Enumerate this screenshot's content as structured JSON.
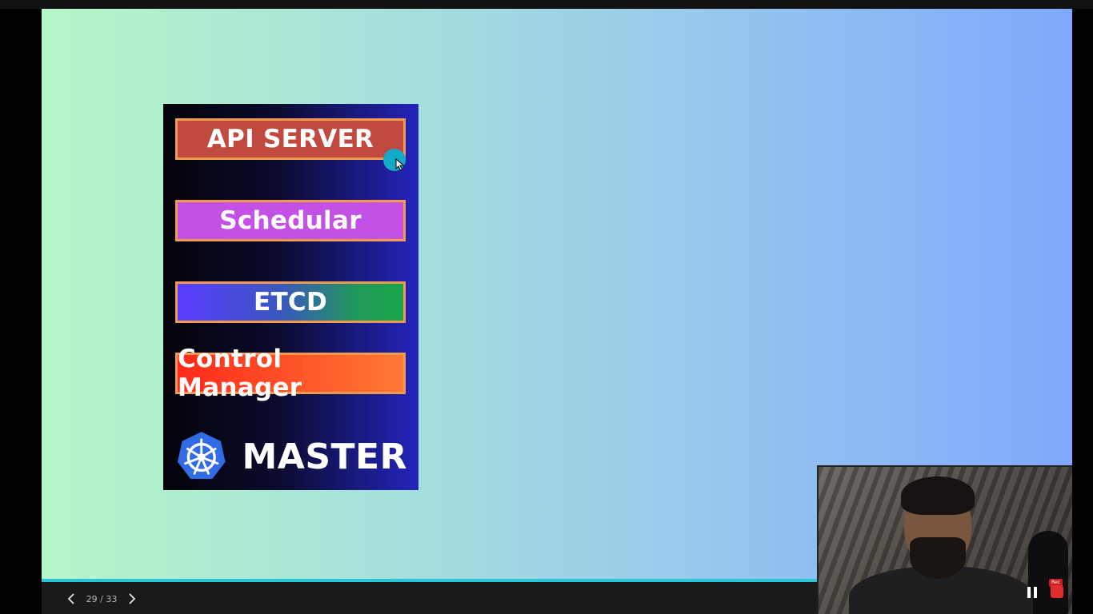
{
  "slide": {
    "components": [
      {
        "label": "API SERVER",
        "color": "#c04a3f"
      },
      {
        "label": "Schedular",
        "color": "#c351e6"
      },
      {
        "label": "ETCD",
        "color": "#5a3cff"
      },
      {
        "label": "Control Manager",
        "color": "#ff3a1f"
      }
    ],
    "master_label": "MASTER",
    "logo_icon": "kubernetes-wheel-icon",
    "border_color": "#f29a4f",
    "background_colors": [
      "#b4f7c8",
      "#7fa8fc"
    ]
  },
  "presenter": {
    "page_counter": "29 / 33",
    "prev_icon": "chevron-left-icon",
    "next_icon": "chevron-right-icon",
    "progress_fraction": 0.879
  },
  "webcam": {
    "rec_badge": "Rec",
    "pause_icon": "pause-icon",
    "stop_icon": "stop-icon"
  }
}
